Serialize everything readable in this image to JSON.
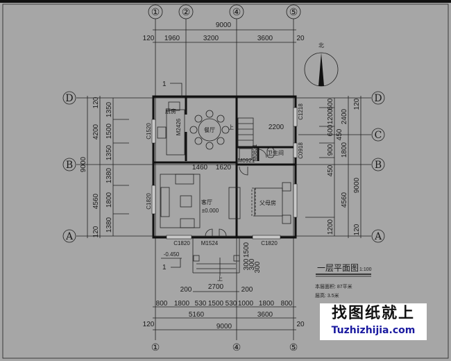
{
  "axes": {
    "col_1": "①",
    "col_2": "②",
    "col_4": "④",
    "col_5": "⑤",
    "row_a": "A",
    "row_b": "B",
    "row_c": "C",
    "row_d": "D"
  },
  "dims": {
    "top": {
      "total": "9000",
      "a": "120",
      "b": "1960",
      "c": "3200",
      "d": "3600",
      "e": "20"
    },
    "left": {
      "total": "9000",
      "a": "120",
      "b": "4200",
      "c": "4560",
      "d": "120",
      "s1": "1350",
      "s2": "1500",
      "s3": "1350",
      "s4": "1380",
      "s5": "1800",
      "s6": "1380"
    },
    "right": {
      "total": "9000",
      "a": "120",
      "b": "2400",
      "c": "1800",
      "d": "4560",
      "e": "120",
      "s1": "600",
      "s2": "1200",
      "s3": "600",
      "s4": "450",
      "s5": "900",
      "s6": "450",
      "s7": "1200"
    },
    "bottom": {
      "p1": "200",
      "p2": "2700",
      "p3": "200",
      "r1": "800",
      "r2": "1800",
      "r3": "530",
      "r4": "1500",
      "r5": "530",
      "r6": "1000",
      "r7": "1800",
      "r8": "800",
      "m1": "5160",
      "m2": "3600",
      "t1": "120",
      "total": "9000",
      "t2": "20"
    },
    "porch": {
      "a": "1500",
      "b": "300",
      "c": "300",
      "d": "300"
    },
    "interior": {
      "a": "2200",
      "b": "1460",
      "c": "1620"
    }
  },
  "rooms": {
    "kitchen": "厨房",
    "dining": "餐厅",
    "bath": "卫生间",
    "living": "客厅",
    "bedroom": "父母房"
  },
  "openings": {
    "c1520": "C1520",
    "m2426": "M2426",
    "c1218": "C1218",
    "c0918": "C0918",
    "m0821": "M0821",
    "m0921": "M0921",
    "c1820_w": "C1820",
    "c1820_s1": "C1820",
    "m1524": "M1524",
    "c1820_s2": "C1820"
  },
  "levels": {
    "floor": "±0.000",
    "outdoor": "-0.450",
    "up1": "上",
    "up2": "上"
  },
  "section": {
    "mark_top": "1",
    "mark_bottom": "1"
  },
  "compass": {
    "north": "北"
  },
  "title": {
    "name": "一层平面图",
    "scale": "1:100",
    "area": "本层面积: 87平米",
    "height": "层高: 3.5米"
  },
  "watermark": {
    "cn": "找图纸就上",
    "en": "Tuzhizhijia.com"
  }
}
